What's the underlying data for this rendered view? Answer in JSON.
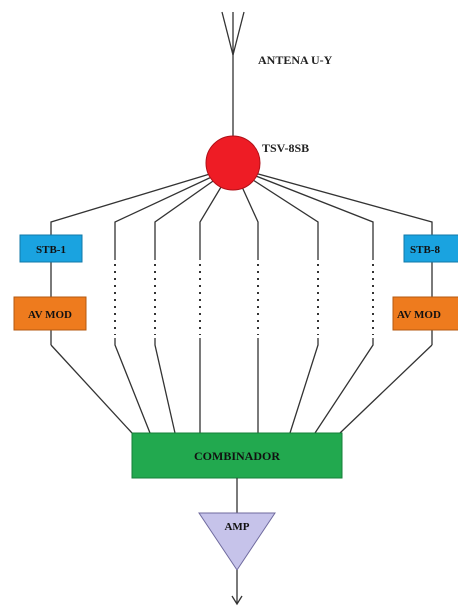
{
  "antenna": {
    "label": "ANTENA U-Y"
  },
  "splitter": {
    "label": "TSV-8SB",
    "color": "#ee1c25"
  },
  "stb_left": {
    "label": "STB-1",
    "color": "#1aa3e0"
  },
  "stb_right": {
    "label": "STB-8",
    "color": "#1aa3e0"
  },
  "avmod_left": {
    "label": "AV MOD",
    "color": "#ee7b1e"
  },
  "avmod_right": {
    "label": "AV MOD",
    "color": "#ee7b1e"
  },
  "combiner": {
    "label": "COMBINADOR",
    "color": "#22a94f"
  },
  "amplifier": {
    "label": "AMP",
    "color": "#c6c3ea"
  },
  "connection_color": "#333333",
  "branch_count": 8
}
